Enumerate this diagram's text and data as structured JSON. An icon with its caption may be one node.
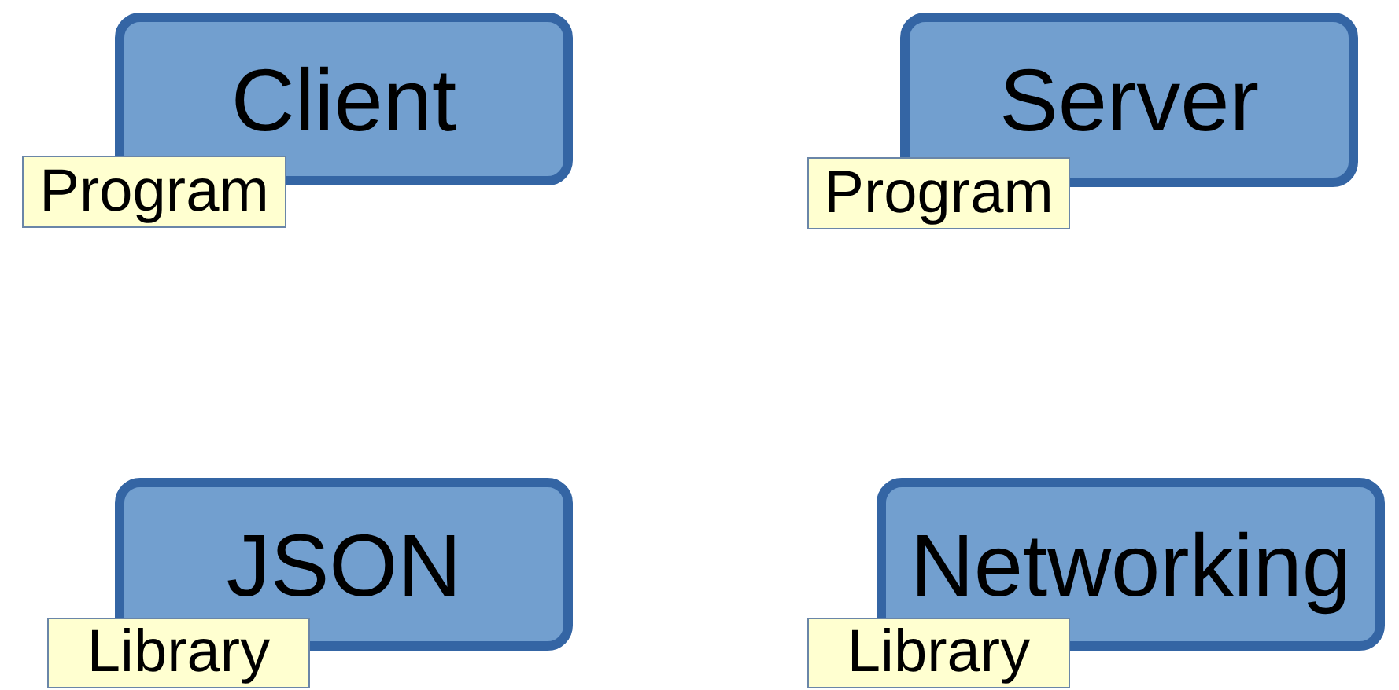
{
  "diagram": {
    "nodes": [
      {
        "text": [
          "Client"
        ]
      },
      {
        "text": [
          "Program"
        ]
      },
      {
        "text": [
          "Server"
        ]
      },
      {
        "text": [
          "Program"
        ]
      },
      {
        "text": [
          "JSON"
        ]
      },
      {
        "text": [
          "Library"
        ]
      },
      {
        "text": [
          "Networking"
        ]
      },
      {
        "text": [
          "Library"
        ]
      }
    ]
  }
}
